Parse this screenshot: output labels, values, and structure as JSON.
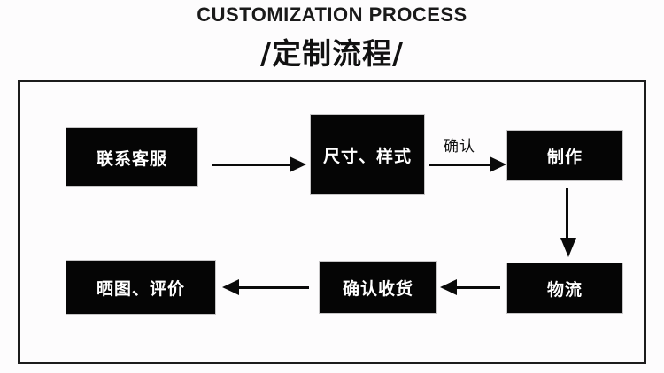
{
  "title": {
    "english": "CUSTOMIZATION PROCESS",
    "chinese": "/定制流程/"
  },
  "colors": {
    "node_fill": "#050505",
    "node_text": "#ffffff",
    "frame_border": "#1c1c1c",
    "arrow": "#0a0a0a",
    "background": "#fdfcfd"
  },
  "flow": {
    "nodes": [
      {
        "id": "contact",
        "label": "联系客服"
      },
      {
        "id": "spec",
        "label": "尺寸、样式"
      },
      {
        "id": "make",
        "label": "制作"
      },
      {
        "id": "logistics",
        "label": "物流"
      },
      {
        "id": "receive",
        "label": "确认收货"
      },
      {
        "id": "review",
        "label": "晒图、评价"
      }
    ],
    "arrows": [
      {
        "id": "arrow1",
        "from": "contact",
        "to": "spec",
        "direction": "right",
        "label": ""
      },
      {
        "id": "arrow2",
        "from": "spec",
        "to": "make",
        "direction": "right",
        "label": "确认"
      },
      {
        "id": "arrow3",
        "from": "make",
        "to": "logistics",
        "direction": "down",
        "label": ""
      },
      {
        "id": "arrow4",
        "from": "logistics",
        "to": "receive",
        "direction": "left",
        "label": ""
      },
      {
        "id": "arrow5",
        "from": "receive",
        "to": "review",
        "direction": "left",
        "label": ""
      }
    ]
  }
}
